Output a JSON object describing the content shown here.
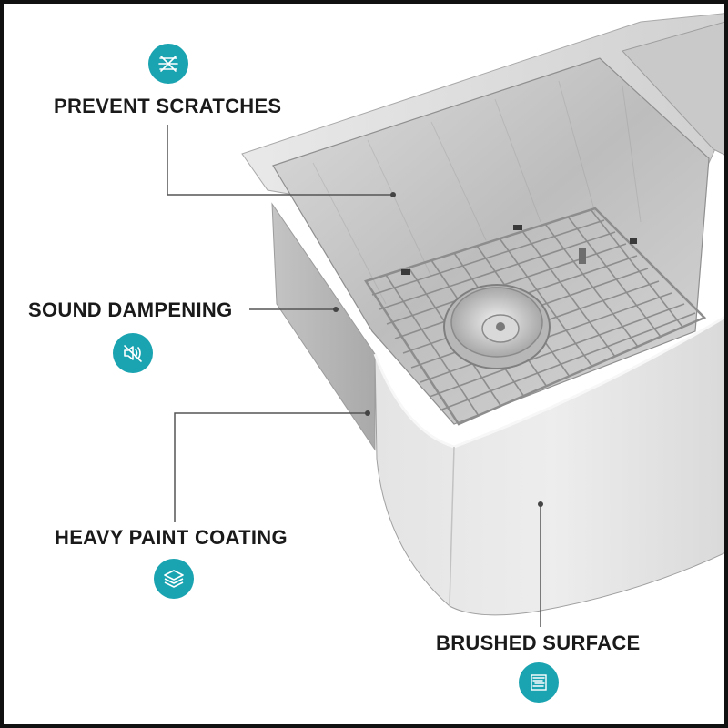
{
  "features": [
    {
      "label": "PREVENT SCRATCHES",
      "icon": "no-scratch-icon"
    },
    {
      "label": "SOUND DAMPENING",
      "icon": "mute-speaker-icon"
    },
    {
      "label": "HEAVY PAINT COATING",
      "icon": "layers-icon"
    },
    {
      "label": "BRUSHED SURFACE",
      "icon": "brushed-lines-icon"
    }
  ],
  "colors": {
    "accent": "#1aa3b0",
    "text": "#1a1a1a",
    "steel_light": "#e6e6e6",
    "steel_mid": "#c7c7c7",
    "steel_dark": "#9a9a9a"
  }
}
